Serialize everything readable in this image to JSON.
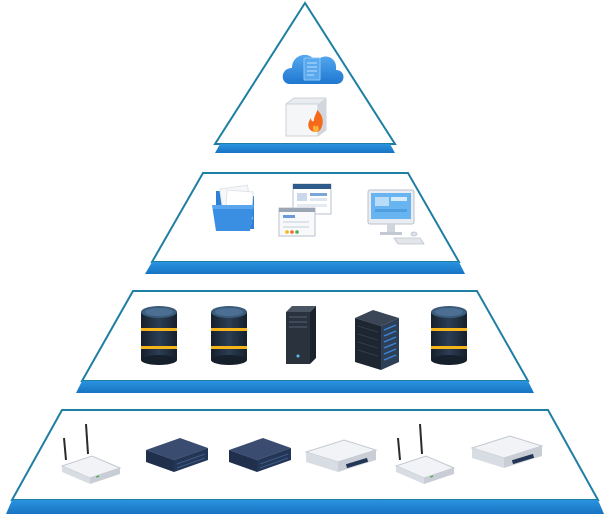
{
  "colors": {
    "outline": "#1f7fa3",
    "band": "#1d86d6",
    "band_dark": "#176fb4",
    "cloud": "#2f8ee0",
    "cloud_light": "#6fb6f2",
    "firewall_box": "#f0f2f5",
    "flame": "#f46a1a",
    "folder": "#3a8fe3",
    "folder_paper": "#f6f7f9",
    "database_body": "#1d2a3a",
    "database_band": "#f4b41a",
    "database_top": "#3b5b7a",
    "rack_dark": "#232a33",
    "rack_panel": "#2e3f58",
    "rack_accent": "#3d86d8",
    "device_white": "#f1f3f6",
    "device_gray": "#c9ced6",
    "device_navy": "#243656",
    "antenna": "#2b2b2b"
  },
  "tiers": [
    {
      "name": "tier-1-cloud-security",
      "icons": [
        "cloud-icon",
        "firewall-icon"
      ]
    },
    {
      "name": "tier-2-applications",
      "icons": [
        "folder-icon",
        "web-dashboard-icon",
        "desktop-computer-icon"
      ]
    },
    {
      "name": "tier-3-storage-servers",
      "icons": [
        "database-icon",
        "database-icon",
        "tower-server-icon",
        "server-rack-icon",
        "database-icon"
      ]
    },
    {
      "name": "tier-4-network-hardware",
      "icons": [
        "wireless-router-icon",
        "rack-server-icon",
        "rack-server-icon",
        "network-switch-icon",
        "wireless-router-icon",
        "network-switch-icon"
      ]
    }
  ]
}
